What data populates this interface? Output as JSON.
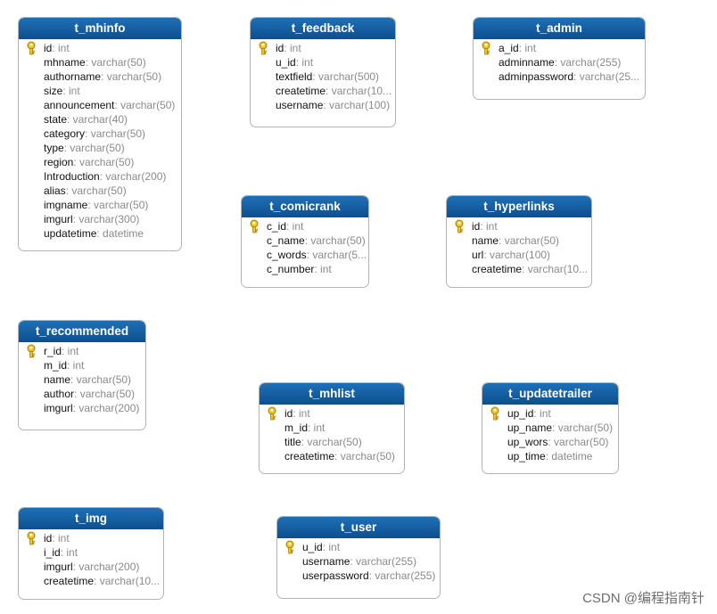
{
  "colors": {
    "header": "#12599f",
    "border": "#b4b4b4",
    "field_name": "#111111",
    "field_type": "#8a8a8a"
  },
  "icons": {
    "primary_key": "key-icon"
  },
  "watermark": "CSDN @编程指南针",
  "tables": [
    {
      "name": "t_mhinfo",
      "fields": [
        {
          "name": "id",
          "type": ": int",
          "pk": true
        },
        {
          "name": "mhname",
          "type": ": varchar(50)"
        },
        {
          "name": "authorname",
          "type": ": varchar(50)"
        },
        {
          "name": "size",
          "type": ": int"
        },
        {
          "name": "announcement",
          "type": ": varchar(50)"
        },
        {
          "name": "state",
          "type": ": varchar(40)"
        },
        {
          "name": "category",
          "type": ": varchar(50)"
        },
        {
          "name": "type",
          "type": ": varchar(50)"
        },
        {
          "name": "region",
          "type": ": varchar(50)"
        },
        {
          "name": "Introduction",
          "type": ": varchar(200)"
        },
        {
          "name": "alias",
          "type": ": varchar(50)"
        },
        {
          "name": "imgname",
          "type": ": varchar(50)"
        },
        {
          "name": "imgurl",
          "type": ": varchar(300)"
        },
        {
          "name": "updatetime",
          "type": ": datetime"
        }
      ]
    },
    {
      "name": "t_feedback",
      "fields": [
        {
          "name": "id",
          "type": ": int",
          "pk": true
        },
        {
          "name": "u_id",
          "type": ": int"
        },
        {
          "name": "textfield",
          "type": ": varchar(500)"
        },
        {
          "name": "createtime",
          "type": ": varchar(10..."
        },
        {
          "name": "username",
          "type": ": varchar(100)"
        }
      ]
    },
    {
      "name": "t_admin",
      "fields": [
        {
          "name": "a_id",
          "type": ": int",
          "pk": true
        },
        {
          "name": "adminname",
          "type": ": varchar(255)"
        },
        {
          "name": "adminpassword",
          "type": ": varchar(25..."
        }
      ]
    },
    {
      "name": "t_comicrank",
      "fields": [
        {
          "name": "c_id",
          "type": ": int",
          "pk": true
        },
        {
          "name": "c_name",
          "type": ": varchar(50)"
        },
        {
          "name": "c_words",
          "type": ": varchar(5..."
        },
        {
          "name": "c_number",
          "type": ": int"
        }
      ]
    },
    {
      "name": "t_hyperlinks",
      "fields": [
        {
          "name": "id",
          "type": ": int",
          "pk": true
        },
        {
          "name": "name",
          "type": ": varchar(50)"
        },
        {
          "name": "url",
          "type": ": varchar(100)"
        },
        {
          "name": "createtime",
          "type": ": varchar(10..."
        }
      ]
    },
    {
      "name": "t_recommended",
      "fields": [
        {
          "name": "r_id",
          "type": ": int",
          "pk": true
        },
        {
          "name": "m_id",
          "type": ": int"
        },
        {
          "name": "name",
          "type": ": varchar(50)"
        },
        {
          "name": "author",
          "type": ": varchar(50)"
        },
        {
          "name": "imgurl",
          "type": ": varchar(200)"
        }
      ]
    },
    {
      "name": "t_mhlist",
      "fields": [
        {
          "name": "id",
          "type": ": int",
          "pk": true
        },
        {
          "name": "m_id",
          "type": ": int"
        },
        {
          "name": "title",
          "type": ": varchar(50)"
        },
        {
          "name": "createtime",
          "type": ": varchar(50)"
        }
      ]
    },
    {
      "name": "t_updatetrailer",
      "fields": [
        {
          "name": "up_id",
          "type": ": int",
          "pk": true
        },
        {
          "name": "up_name",
          "type": ": varchar(50)"
        },
        {
          "name": "up_wors",
          "type": ": varchar(50)"
        },
        {
          "name": "up_time",
          "type": ": datetime"
        }
      ]
    },
    {
      "name": "t_img",
      "fields": [
        {
          "name": "id",
          "type": ": int",
          "pk": true
        },
        {
          "name": "i_id",
          "type": ": int"
        },
        {
          "name": "imgurl",
          "type": ": varchar(200)"
        },
        {
          "name": "createtime",
          "type": ": varchar(10..."
        }
      ]
    },
    {
      "name": "t_user",
      "fields": [
        {
          "name": "u_id",
          "type": ": int",
          "pk": true
        },
        {
          "name": "username",
          "type": ": varchar(255)"
        },
        {
          "name": "userpassword",
          "type": ": varchar(255)"
        }
      ]
    }
  ]
}
